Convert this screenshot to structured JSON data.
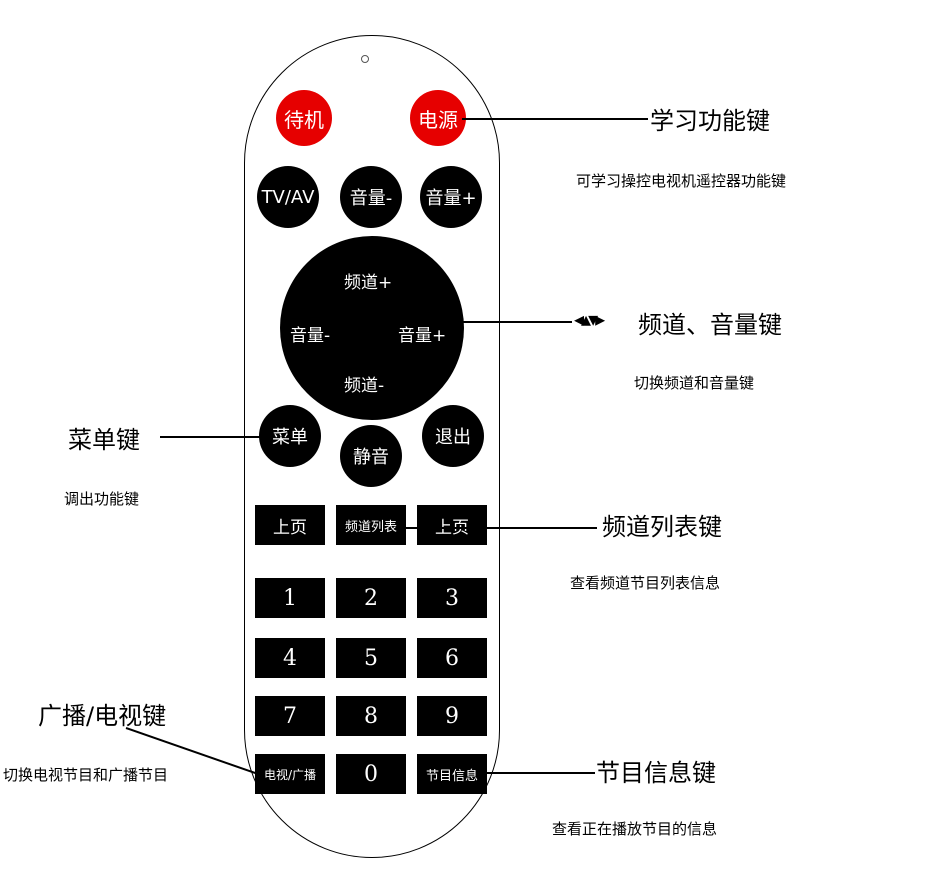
{
  "remote": {
    "standby": "待机",
    "power": "电源",
    "tvav": "TV/AV",
    "vol_minus": "音量-",
    "vol_plus": "音量+",
    "dpad": {
      "up": "频道+",
      "left": "音量-",
      "right": "音量+",
      "down": "频道-"
    },
    "menu": "菜单",
    "exit": "退出",
    "mute": "静音",
    "page_up_left": "上页",
    "channel_list": "频道列表",
    "page_up_right": "上页",
    "digits": [
      "1",
      "2",
      "3",
      "4",
      "5",
      "6",
      "7",
      "8",
      "9"
    ],
    "tv_radio": "电视/广播",
    "zero": "0",
    "program_info": "节目信息"
  },
  "annotations": {
    "learn": {
      "title": "学习功能键",
      "desc": "可学习操控电视机遥控器功能键"
    },
    "channel_volume": {
      "arrows": "◂▴▾▸",
      "title": "频道、音量键",
      "desc": "切换频道和音量键"
    },
    "menu": {
      "title": "菜单键",
      "desc": "调出功能键"
    },
    "channel_list": {
      "title": "频道列表键",
      "desc": "查看频道节目列表信息"
    },
    "tv_radio": {
      "title": "广播/电视键",
      "desc": "切换电视节目和广播节目"
    },
    "program_info": {
      "title": "节目信息键",
      "desc": "查看正在播放节目的信息"
    }
  },
  "colors": {
    "red_button": "#e60000",
    "button": "#000000",
    "background": "#ffffff"
  }
}
